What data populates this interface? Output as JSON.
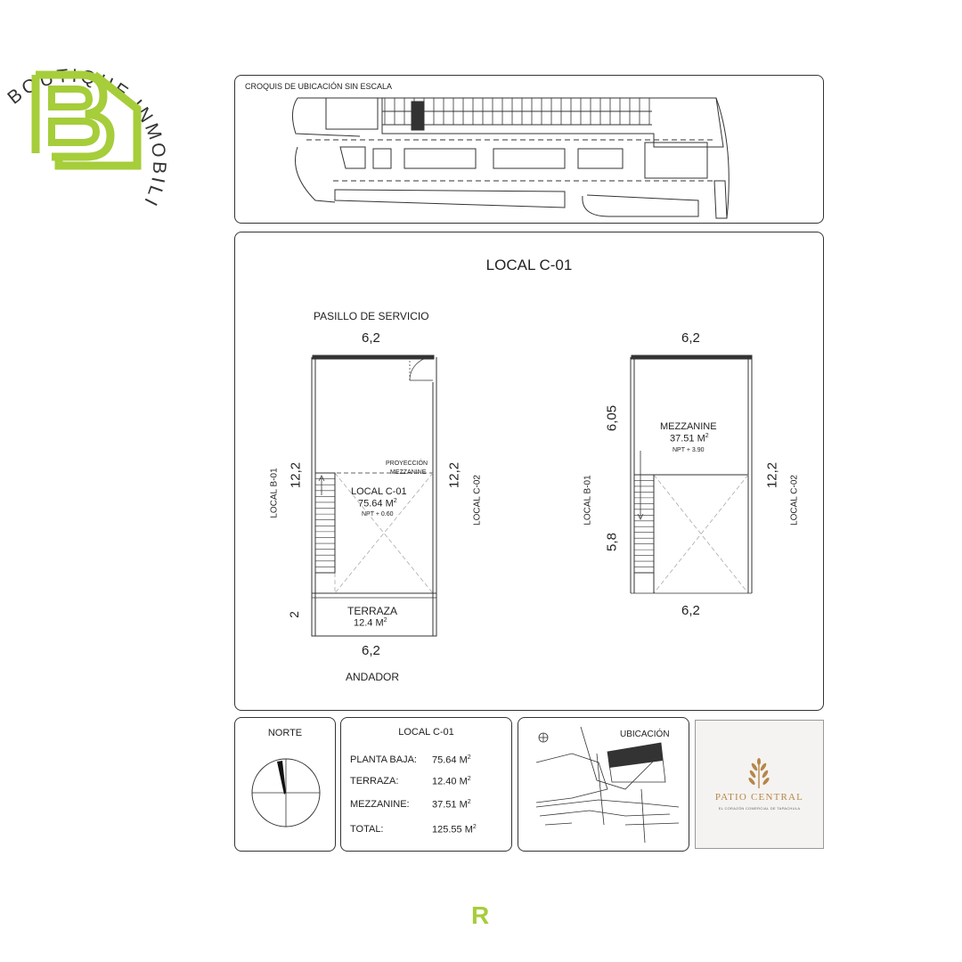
{
  "brand": {
    "name": "BOUTIQUE INMOBILIARIA",
    "accent_color": "#a6cd3a",
    "logo_icon": "house-b-logo-icon"
  },
  "site_plan": {
    "title": "CROQUIS  DE UBICACIÓN SIN ESCALA"
  },
  "plan": {
    "title": "LOCAL C-01",
    "ground_floor": {
      "top_label": "PASILLO DE SERVICIO",
      "bottom_label": "ANDADOR",
      "dim_top": "6,2",
      "dim_bottom": "6,2",
      "dim_left": "12,2",
      "dim_right": "12,2",
      "dim_terrace": "2",
      "left_neighbor": "LOCAL B-01",
      "right_neighbor": "LOCAL C-02",
      "projection_line1": "PROYECCIÓN",
      "projection_line2": "MEZZANINE",
      "unit_name": "LOCAL C-01",
      "unit_area": "75.64 M",
      "unit_level": "NPT + 0.60",
      "terrace_name": "TERRAZA",
      "terrace_area": "12.4 M"
    },
    "mezzanine": {
      "dim_top": "6,2",
      "dim_bottom": "6,2",
      "dim_left_upper": "6,05",
      "dim_left_lower": "5,8",
      "dim_right": "12,2",
      "left_neighbor": "LOCAL B-01",
      "right_neighbor": "LOCAL C-02",
      "name": "MEZZANINE",
      "area": "37.51 M",
      "level": "NPT + 3.90"
    },
    "area_superscript": "2"
  },
  "north": {
    "title": "NORTE",
    "icon": "north-arrow-icon"
  },
  "summary": {
    "title": "LOCAL C-01",
    "rows": [
      {
        "label": "PLANTA BAJA:",
        "value": "75.64 M"
      },
      {
        "label": "TERRAZA:",
        "value": "12.40 M"
      },
      {
        "label": "MEZZANINE:",
        "value": "37.51 M"
      },
      {
        "label": "TOTAL:",
        "value": "125.55 M"
      }
    ]
  },
  "location": {
    "title": "UBICACIÓN"
  },
  "patio": {
    "name": "PATIO CENTRAL",
    "tagline": "EL CORAZÓN COMERCIAL DE TAPACHULA",
    "logo_color": "#b5874a",
    "bg_color": "#f5f3f1"
  },
  "footer": {
    "letter": "R"
  }
}
